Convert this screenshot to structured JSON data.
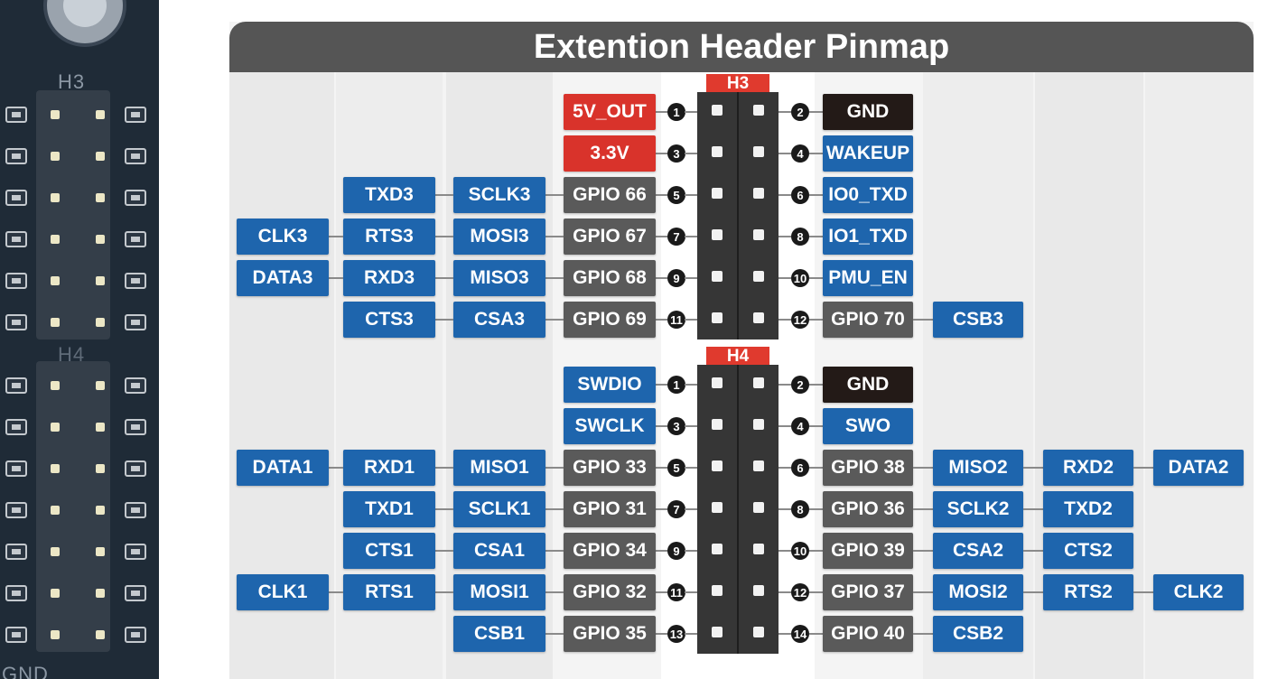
{
  "title": "Extention Header Pinmap",
  "colors": {
    "blue": "#1e65ad",
    "gray": "#5a5a5a",
    "red": "#d9332b",
    "black": "#231a17",
    "header_tag": "#e03a2e",
    "title_bar": "#555555"
  },
  "board": {
    "h3_label": "H3",
    "h4_label": "H4",
    "gnd_label": "GND"
  },
  "headers": [
    {
      "name": "H3",
      "rows": [
        {
          "left_num": "1",
          "left": [
            {
              "text": "5V_OUT",
              "kind": "red"
            }
          ],
          "right_num": "2",
          "right": [
            {
              "text": "GND",
              "kind": "black"
            }
          ]
        },
        {
          "left_num": "3",
          "left": [
            {
              "text": "3.3V",
              "kind": "red"
            }
          ],
          "right_num": "4",
          "right": [
            {
              "text": "WAKEUP",
              "kind": "blue"
            }
          ]
        },
        {
          "left_num": "5",
          "left": [
            {
              "text": "GPIO 66",
              "kind": "gray"
            },
            {
              "text": "SCLK3",
              "kind": "blue"
            },
            {
              "text": "TXD3",
              "kind": "blue"
            }
          ],
          "right_num": "6",
          "right": [
            {
              "text": "IO0_TXD",
              "kind": "blue"
            }
          ]
        },
        {
          "left_num": "7",
          "left": [
            {
              "text": "GPIO 67",
              "kind": "gray"
            },
            {
              "text": "MOSI3",
              "kind": "blue"
            },
            {
              "text": "RTS3",
              "kind": "blue"
            },
            {
              "text": "CLK3",
              "kind": "blue"
            }
          ],
          "right_num": "8",
          "right": [
            {
              "text": "IO1_TXD",
              "kind": "blue"
            }
          ]
        },
        {
          "left_num": "9",
          "left": [
            {
              "text": "GPIO 68",
              "kind": "gray"
            },
            {
              "text": "MISO3",
              "kind": "blue"
            },
            {
              "text": "RXD3",
              "kind": "blue"
            },
            {
              "text": "DATA3",
              "kind": "blue"
            }
          ],
          "right_num": "10",
          "right": [
            {
              "text": "PMU_EN",
              "kind": "blue"
            }
          ]
        },
        {
          "left_num": "11",
          "left": [
            {
              "text": "GPIO 69",
              "kind": "gray"
            },
            {
              "text": "CSA3",
              "kind": "blue"
            },
            {
              "text": "CTS3",
              "kind": "blue"
            }
          ],
          "right_num": "12",
          "right": [
            {
              "text": "GPIO 70",
              "kind": "gray"
            },
            {
              "text": "CSB3",
              "kind": "blue"
            }
          ]
        }
      ]
    },
    {
      "name": "H4",
      "rows": [
        {
          "left_num": "1",
          "left": [
            {
              "text": "SWDIO",
              "kind": "blue"
            }
          ],
          "right_num": "2",
          "right": [
            {
              "text": "GND",
              "kind": "black"
            }
          ]
        },
        {
          "left_num": "3",
          "left": [
            {
              "text": "SWCLK",
              "kind": "blue"
            }
          ],
          "right_num": "4",
          "right": [
            {
              "text": "SWO",
              "kind": "blue"
            }
          ]
        },
        {
          "left_num": "5",
          "left": [
            {
              "text": "GPIO 33",
              "kind": "gray"
            },
            {
              "text": "MISO1",
              "kind": "blue"
            },
            {
              "text": "RXD1",
              "kind": "blue"
            },
            {
              "text": "DATA1",
              "kind": "blue"
            }
          ],
          "right_num": "6",
          "right": [
            {
              "text": "GPIO 38",
              "kind": "gray"
            },
            {
              "text": "MISO2",
              "kind": "blue"
            },
            {
              "text": "RXD2",
              "kind": "blue"
            },
            {
              "text": "DATA2",
              "kind": "blue"
            }
          ]
        },
        {
          "left_num": "7",
          "left": [
            {
              "text": "GPIO 31",
              "kind": "gray"
            },
            {
              "text": "SCLK1",
              "kind": "blue"
            },
            {
              "text": "TXD1",
              "kind": "blue"
            }
          ],
          "right_num": "8",
          "right": [
            {
              "text": "GPIO 36",
              "kind": "gray"
            },
            {
              "text": "SCLK2",
              "kind": "blue"
            },
            {
              "text": "TXD2",
              "kind": "blue"
            }
          ]
        },
        {
          "left_num": "9",
          "left": [
            {
              "text": "GPIO 34",
              "kind": "gray"
            },
            {
              "text": "CSA1",
              "kind": "blue"
            },
            {
              "text": "CTS1",
              "kind": "blue"
            }
          ],
          "right_num": "10",
          "right": [
            {
              "text": "GPIO 39",
              "kind": "gray"
            },
            {
              "text": "CSA2",
              "kind": "blue"
            },
            {
              "text": "CTS2",
              "kind": "blue"
            }
          ]
        },
        {
          "left_num": "11",
          "left": [
            {
              "text": "GPIO 32",
              "kind": "gray"
            },
            {
              "text": "MOSI1",
              "kind": "blue"
            },
            {
              "text": "RTS1",
              "kind": "blue"
            },
            {
              "text": "CLK1",
              "kind": "blue"
            }
          ],
          "right_num": "12",
          "right": [
            {
              "text": "GPIO 37",
              "kind": "gray"
            },
            {
              "text": "MOSI2",
              "kind": "blue"
            },
            {
              "text": "RTS2",
              "kind": "blue"
            },
            {
              "text": "CLK2",
              "kind": "blue"
            }
          ]
        },
        {
          "left_num": "13",
          "left": [
            {
              "text": "GPIO 35",
              "kind": "gray"
            },
            {
              "text": "CSB1",
              "kind": "blue"
            }
          ],
          "right_num": "14",
          "right": [
            {
              "text": "GPIO 40",
              "kind": "gray"
            },
            {
              "text": "CSB2",
              "kind": "blue"
            }
          ]
        }
      ]
    }
  ]
}
